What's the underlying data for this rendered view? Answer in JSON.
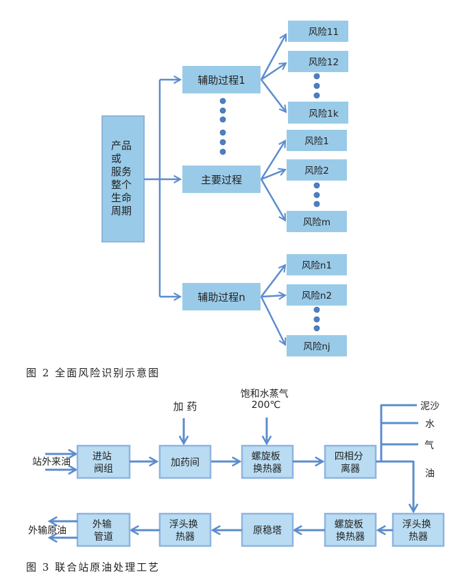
{
  "figure2": {
    "caption": "图 2 全面风险识别示意图",
    "root": [
      "产品",
      "或",
      "服务",
      "整个",
      "生命",
      "周期"
    ],
    "processes": [
      {
        "label": "辅助过程1",
        "risks": [
          "风险11",
          "风险12",
          "风险1k"
        ]
      },
      {
        "label": "主要过程",
        "risks": [
          "风险1",
          "风险2",
          "风险m"
        ]
      },
      {
        "label": "辅助过程n",
        "risks": [
          "风险n1",
          "风险n2",
          "风险nj"
        ]
      }
    ]
  },
  "figure3": {
    "caption": "图 3 联合站原油处理工艺",
    "inlet_label": "站外来油",
    "outlet_label": "外输原油",
    "dosing_label": "加 药",
    "steam_label": [
      "饱和水蒸气",
      "200℃"
    ],
    "separator_outputs": [
      "泥沙",
      "水",
      "气",
      "油"
    ],
    "top_row": [
      {
        "lines": [
          "进站",
          "阀组"
        ]
      },
      {
        "lines": [
          "加药间"
        ]
      },
      {
        "lines": [
          "螺旋板",
          "换热器"
        ]
      },
      {
        "lines": [
          "四相分",
          "离器"
        ]
      }
    ],
    "bottom_row": [
      {
        "lines": [
          "外输",
          "管道"
        ]
      },
      {
        "lines": [
          "浮头换",
          "热器"
        ]
      },
      {
        "lines": [
          "原稳塔"
        ]
      },
      {
        "lines": [
          "螺旋板",
          "换热器"
        ]
      },
      {
        "lines": [
          "浮头换",
          "热器"
        ]
      }
    ]
  },
  "colors": {
    "box_fig2": "#99cbe8",
    "box_fig3": "#b9dcf2",
    "box_border": "#8fb4df",
    "connector": "#5b8ccd",
    "dot": "#4d7fc2"
  }
}
